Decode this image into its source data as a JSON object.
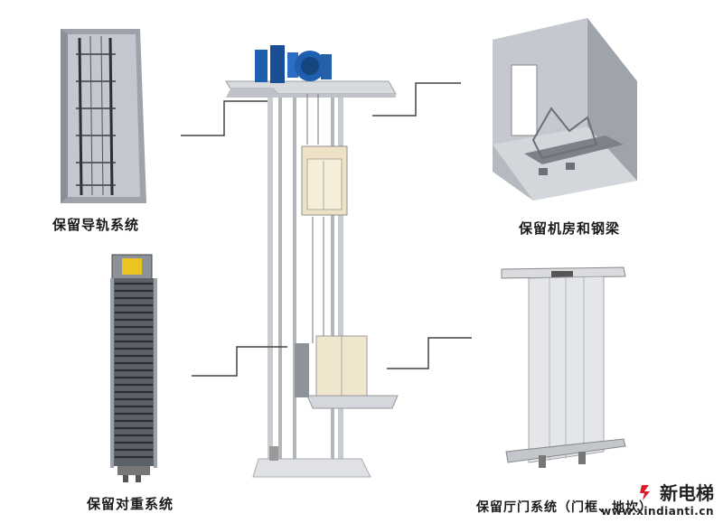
{
  "labels": {
    "guide_rail": "保留导轨系统",
    "machine_room": "保留机房和钢梁",
    "counterweight": "保留对重系统",
    "landing_door": "保留厅门系统（门框、地坎）"
  },
  "watermark": {
    "brand": "新电梯",
    "url": "www.xindianti.cn"
  },
  "colors": {
    "accent_blue": "#1f5fb0",
    "panel_grey": "#c9ccd2",
    "line": "#444444"
  }
}
